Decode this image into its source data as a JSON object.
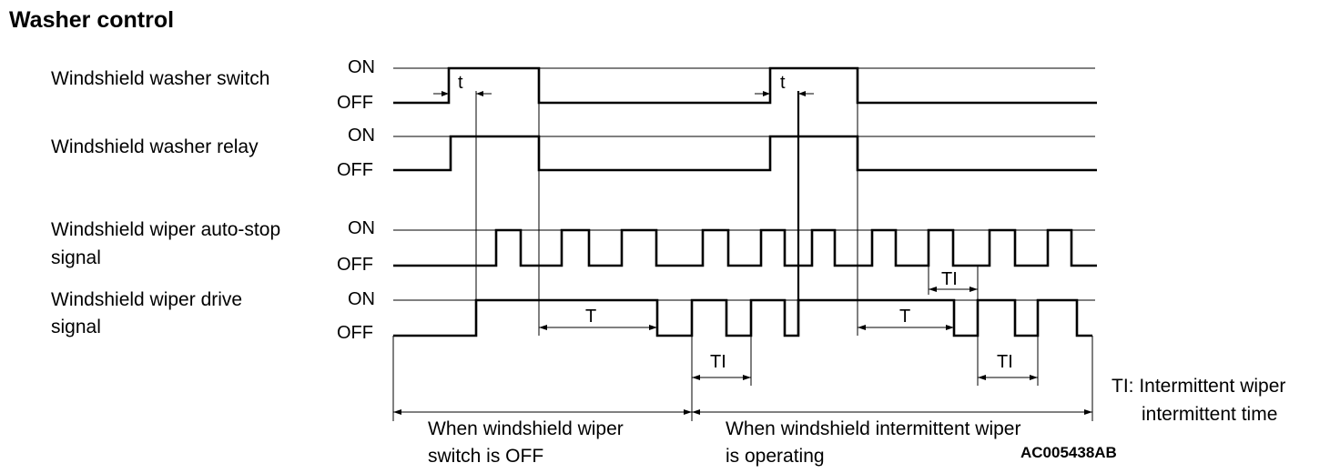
{
  "title": "Washer control",
  "signals": [
    {
      "label_lines": [
        "Windshield washer switch"
      ],
      "on": "ON",
      "off": "OFF"
    },
    {
      "label_lines": [
        "Windshield washer relay"
      ],
      "on": "ON",
      "off": "OFF"
    },
    {
      "label_lines": [
        "Windshield wiper auto-stop",
        "signal"
      ],
      "on": "ON",
      "off": "OFF"
    },
    {
      "label_lines": [
        "Windshield wiper drive",
        "signal"
      ],
      "on": "ON",
      "off": "OFF"
    }
  ],
  "timing_labels": {
    "t": "t",
    "T": "T",
    "TI": "TI"
  },
  "bottom_ranges": [
    {
      "lines": [
        "When windshield wiper",
        "switch is OFF"
      ]
    },
    {
      "lines": [
        "When windshield intermittent wiper",
        "is operating"
      ]
    }
  ],
  "note": {
    "lines": [
      "TI: Intermittent wiper",
      "intermittent time"
    ]
  },
  "figure_code": "AC005438AB"
}
